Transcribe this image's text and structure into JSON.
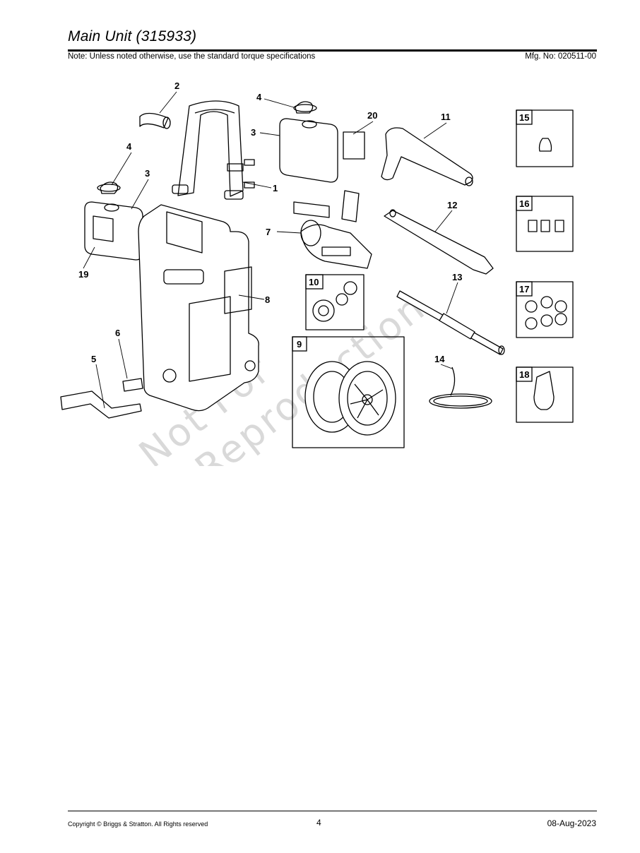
{
  "header": {
    "title": "Main Unit (315933)",
    "note": "Note: Unless noted otherwise, use the standard torque specifications",
    "mfg": "Mfg. No: 020511-00"
  },
  "watermark": {
    "line1": "Not For",
    "line2": "Reproduction"
  },
  "callouts": {
    "c1": "1",
    "c2": "2",
    "c3a": "3",
    "c3b": "3",
    "c4a": "4",
    "c4b": "4",
    "c5": "5",
    "c6": "6",
    "c7": "7",
    "c8": "8",
    "c11": "11",
    "c12": "12",
    "c13": "13",
    "c14": "14",
    "c19": "19",
    "c20": "20"
  },
  "boxes": {
    "b9": "9",
    "b10": "10",
    "b15": "15",
    "b16": "16",
    "b17": "17",
    "b18": "18"
  },
  "footer": {
    "copyright": "Copyright ©  Briggs & Stratton. All Rights reserved",
    "page": "4",
    "date": "08-Aug-2023"
  }
}
